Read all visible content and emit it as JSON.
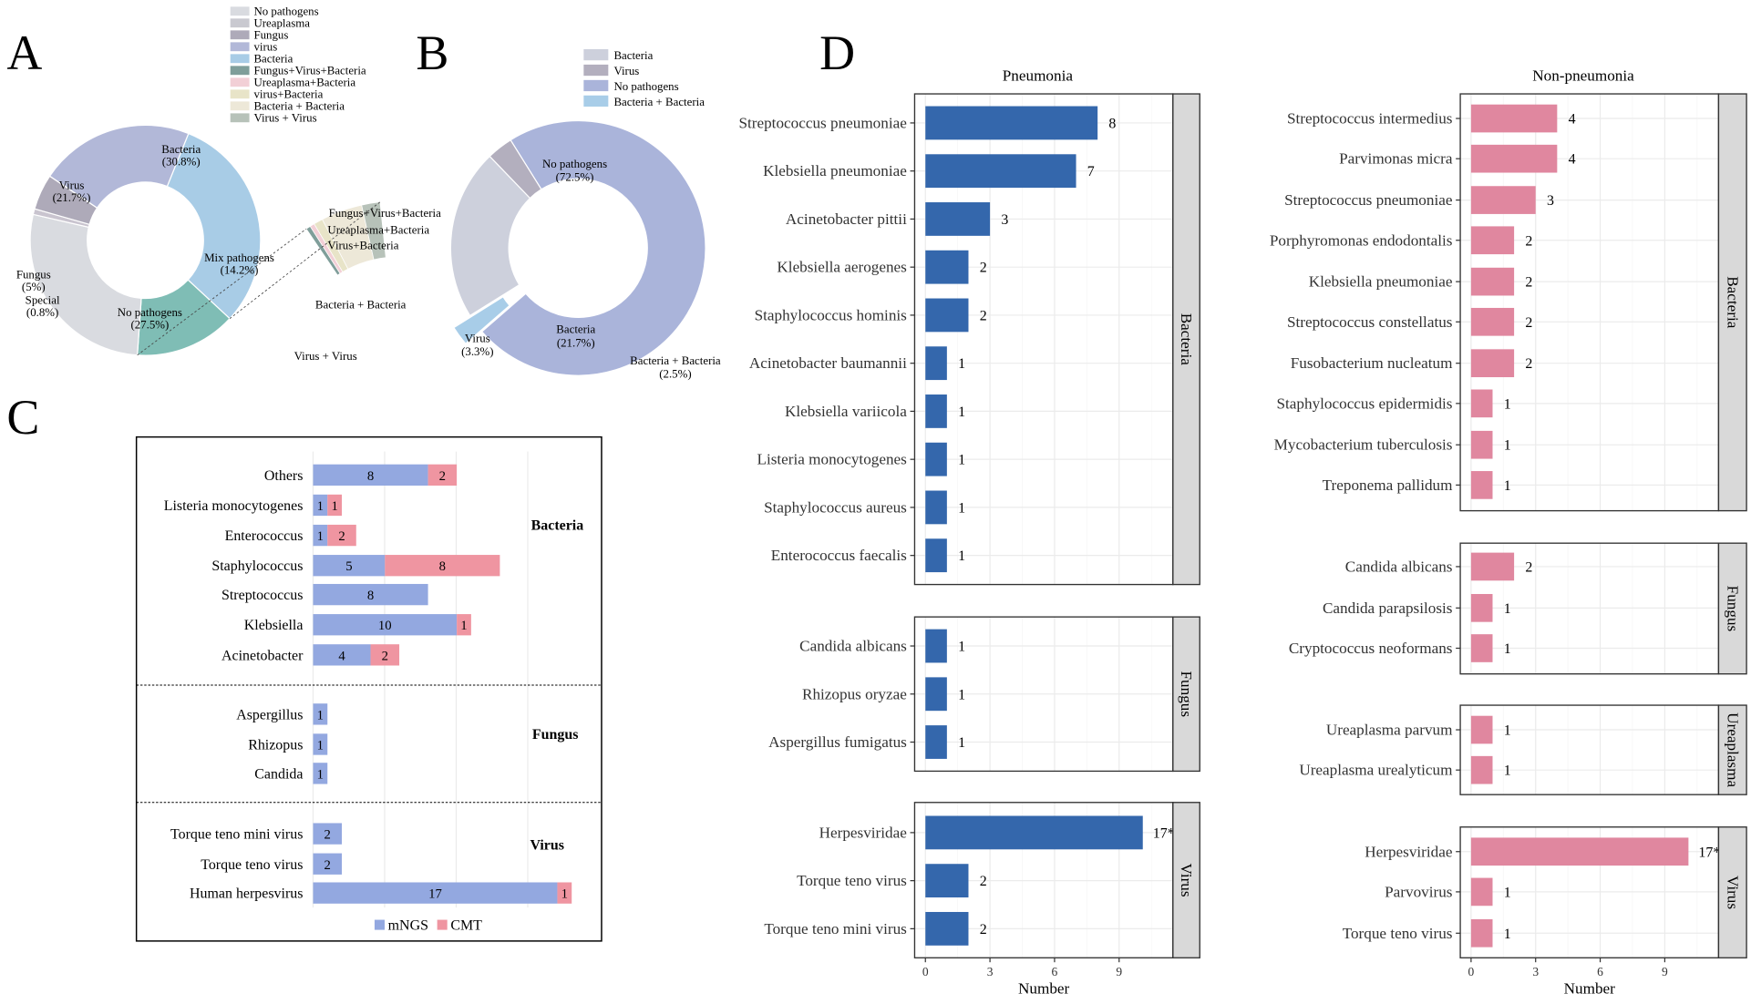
{
  "panels": {
    "a": "A",
    "b": "B",
    "c": "C",
    "d": "D"
  },
  "chart_data": [
    {
      "type": "pie",
      "panel": "A",
      "legend": [
        "No pathogens",
        "Ureaplasma",
        "Fungus",
        "virus",
        "Bacteria",
        "Fungus+Virus+Bacteria",
        "Ureaplasma+Bacteria",
        "virus+Bacteria",
        "Bacteria + Bacteria",
        "Virus + Virus"
      ],
      "slices": [
        {
          "label": "Bacteria",
          "pct_label": "(30.8%)",
          "value": 30.8,
          "color": "#a8cce6"
        },
        {
          "label": "Mix pathogens",
          "pct_label": "(14.2%)",
          "value": 14.2,
          "color": "#7fbdb5"
        },
        {
          "label": "No pathogens",
          "pct_label": "(27.5%)",
          "value": 27.5,
          "color": "#d9dbe0"
        },
        {
          "label": "Special",
          "pct_label": "(0.8%)",
          "value": 0.8,
          "color": "#c9c4cf"
        },
        {
          "label": "Fungus",
          "pct_label": "(5%)",
          "value": 5,
          "color": "#aeaab9"
        },
        {
          "label": "Virus",
          "pct_label": "(21.7%)",
          "value": 21.7,
          "color": "#b2b8d8"
        }
      ],
      "breakdown": [
        {
          "label": "Fungus+Virus+Bacteria",
          "value": 1,
          "color": "#7f9e9a"
        },
        {
          "label": "Ureaplasma+Bacteria",
          "value": 1,
          "color": "#f2cfd6"
        },
        {
          "label": "Virus+Bacteria",
          "value": 2,
          "color": "#e8e4c8"
        },
        {
          "label": "Bacteria + Bacteria",
          "value": 9,
          "color": "#ede8d8"
        },
        {
          "label": "Virus + Virus",
          "value": 4,
          "color": "#b7c2b9"
        }
      ],
      "legend_colors": [
        "#d9dbe0",
        "#c9c9d0",
        "#aeaab9",
        "#b2b8d8",
        "#a8cce6",
        "#7f9e9a",
        "#f2cfd6",
        "#e8e4c8",
        "#ede8d8",
        "#b7c2b9"
      ]
    },
    {
      "type": "pie",
      "panel": "B",
      "legend": [
        "Bacteria",
        "Virus",
        "No pathogens",
        "Bacteria + Bacteria"
      ],
      "legend_colors": [
        "#cdd0dc",
        "#b3afbe",
        "#aab4da",
        "#a8cde8"
      ],
      "slices": [
        {
          "label": "No pathogens",
          "pct_label": "(72.5%)",
          "value": 72.5,
          "color": "#aab4da"
        },
        {
          "label": "Bacteria + Bacteria",
          "pct_label": "(2.5%)",
          "value": 2.5,
          "color": "#a8cde8",
          "exploded": true
        },
        {
          "label": "Bacteria",
          "pct_label": "(21.7%)",
          "value": 21.7,
          "color": "#cdd0dc"
        },
        {
          "label": "Virus",
          "pct_label": "(3.3%)",
          "value": 3.3,
          "color": "#b3afbe"
        }
      ]
    },
    {
      "type": "bar",
      "panel": "C",
      "orientation": "horizontal",
      "stacked": true,
      "legend": [
        "mNGS",
        "CMT"
      ],
      "colors": {
        "mNGS": "#93a8e0",
        "CMT": "#ef95a1"
      },
      "xlim": [
        0,
        18
      ],
      "groups": [
        {
          "name": "Bacteria",
          "rows": [
            {
              "label": "Others",
              "mNGS": 8,
              "CMT": 2
            },
            {
              "label": "Listeria monocytogenes",
              "mNGS": 1,
              "CMT": 1
            },
            {
              "label": "Enterococcus",
              "mNGS": 1,
              "CMT": 2
            },
            {
              "label": "Staphylococcus",
              "mNGS": 5,
              "CMT": 8
            },
            {
              "label": "Streptococcus",
              "mNGS": 8,
              "CMT": 0
            },
            {
              "label": "Klebsiella",
              "mNGS": 10,
              "CMT": 1
            },
            {
              "label": "Acinetobacter",
              "mNGS": 4,
              "CMT": 2
            }
          ]
        },
        {
          "name": "Fungus",
          "rows": [
            {
              "label": "Aspergillus",
              "mNGS": 1,
              "CMT": 0
            },
            {
              "label": "Rhizopus",
              "mNGS": 1,
              "CMT": 0
            },
            {
              "label": "Candida",
              "mNGS": 1,
              "CMT": 0
            }
          ]
        },
        {
          "name": "Virus",
          "rows": [
            {
              "label": "Torque teno mini virus",
              "mNGS": 2,
              "CMT": 0
            },
            {
              "label": "Torque teno virus",
              "mNGS": 2,
              "CMT": 0
            },
            {
              "label": "Human herpesvirus",
              "mNGS": 17,
              "CMT": 1
            }
          ]
        }
      ]
    },
    {
      "type": "bar",
      "panel": "D",
      "orientation": "horizontal",
      "xlabel": "Number",
      "xticks": [
        0,
        3,
        6,
        9
      ],
      "xlim": [
        -0.5,
        11.5
      ],
      "facets": [
        {
          "title": "Pneumonia",
          "color": "#3467ac",
          "groups": [
            {
              "name": "Bacteria",
              "rows": [
                {
                  "label": "Streptococcus pneumoniae",
                  "value": 8,
                  "text": "8"
                },
                {
                  "label": "Klebsiella pneumoniae",
                  "value": 7,
                  "text": "7"
                },
                {
                  "label": "Acinetobacter pittii",
                  "value": 3,
                  "text": "3"
                },
                {
                  "label": "Klebsiella aerogenes",
                  "value": 2,
                  "text": "2"
                },
                {
                  "label": "Staphylococcus hominis",
                  "value": 2,
                  "text": "2"
                },
                {
                  "label": "Acinetobacter baumannii",
                  "value": 1,
                  "text": "1"
                },
                {
                  "label": "Klebsiella variicola",
                  "value": 1,
                  "text": "1"
                },
                {
                  "label": "Listeria monocytogenes",
                  "value": 1,
                  "text": "1"
                },
                {
                  "label": "Staphylococcus aureus",
                  "value": 1,
                  "text": "1"
                },
                {
                  "label": "Enterococcus faecalis",
                  "value": 1,
                  "text": "1"
                }
              ]
            },
            {
              "name": "Fungus",
              "rows": [
                {
                  "label": "Candida albicans",
                  "value": 1,
                  "text": "1"
                },
                {
                  "label": "Rhizopus oryzae",
                  "value": 1,
                  "text": "1"
                },
                {
                  "label": "Aspergillus fumigatus",
                  "value": 1,
                  "text": "1"
                }
              ]
            },
            {
              "name": "Virus",
              "rows": [
                {
                  "label": "Herpesviridae",
                  "value": 17,
                  "text": "17*"
                },
                {
                  "label": "Torque teno virus",
                  "value": 2,
                  "text": "2"
                },
                {
                  "label": "Torque teno mini virus",
                  "value": 2,
                  "text": "2"
                }
              ]
            }
          ]
        },
        {
          "title": "Non-pneumonia",
          "color": "#e0879f",
          "groups": [
            {
              "name": "Bacteria",
              "rows": [
                {
                  "label": "Streptococcus intermedius",
                  "value": 4,
                  "text": "4"
                },
                {
                  "label": "Parvimonas micra",
                  "value": 4,
                  "text": "4"
                },
                {
                  "label": "Streptococcus pneumoniae",
                  "value": 3,
                  "text": "3"
                },
                {
                  "label": "Porphyromonas endodontalis",
                  "value": 2,
                  "text": "2"
                },
                {
                  "label": "Klebsiella pneumoniae",
                  "value": 2,
                  "text": "2"
                },
                {
                  "label": "Streptococcus constellatus",
                  "value": 2,
                  "text": "2"
                },
                {
                  "label": "Fusobacterium nucleatum",
                  "value": 2,
                  "text": "2"
                },
                {
                  "label": "Staphylococcus epidermidis",
                  "value": 1,
                  "text": "1"
                },
                {
                  "label": "Mycobacterium tuberculosis",
                  "value": 1,
                  "text": "1"
                },
                {
                  "label": "Treponema pallidum",
                  "value": 1,
                  "text": "1"
                }
              ]
            },
            {
              "name": "Fungus",
              "rows": [
                {
                  "label": "Candida albicans",
                  "value": 2,
                  "text": "2"
                },
                {
                  "label": "Candida parapsilosis",
                  "value": 1,
                  "text": "1"
                },
                {
                  "label": "Cryptococcus neoformans",
                  "value": 1,
                  "text": "1"
                }
              ]
            },
            {
              "name": "Ureaplasma",
              "rows": [
                {
                  "label": "Ureaplasma parvum",
                  "value": 1,
                  "text": "1"
                },
                {
                  "label": "Ureaplasma urealyticum",
                  "value": 1,
                  "text": "1"
                }
              ]
            },
            {
              "name": "Virus",
              "rows": [
                {
                  "label": "Herpesviridae",
                  "value": 17,
                  "text": "17*"
                },
                {
                  "label": "Parvovirus",
                  "value": 1,
                  "text": "1"
                },
                {
                  "label": "Torque teno virus",
                  "value": 1,
                  "text": "1"
                }
              ]
            }
          ]
        }
      ]
    }
  ]
}
